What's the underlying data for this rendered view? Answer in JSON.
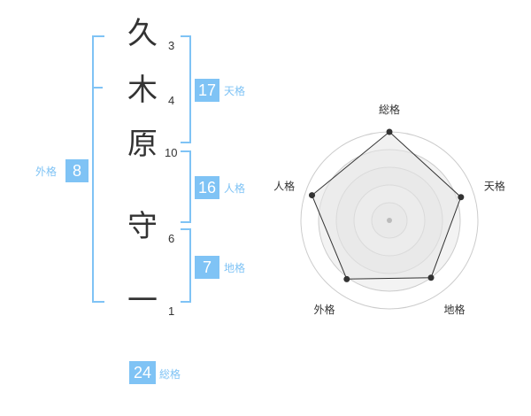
{
  "name": {
    "chars": [
      "久",
      "木",
      "原",
      "守",
      "一"
    ],
    "strokes": [
      "3",
      "4",
      "10",
      "6",
      "1"
    ]
  },
  "fortune": {
    "tenkaku": {
      "value": "17",
      "label": "天格"
    },
    "jinkaku": {
      "value": "16",
      "label": "人格"
    },
    "chikaku": {
      "value": "7",
      "label": "地格"
    },
    "gaikaku": {
      "value": "8",
      "label": "外格"
    },
    "soukaku": {
      "value": "24",
      "label": "総格"
    }
  },
  "colors": {
    "accent": "#7fc3f5",
    "text": "#333333",
    "radar_fill": "#eeeeee",
    "radar_line": "#333333",
    "ring": "#cccccc"
  },
  "radar": {
    "axes": [
      "総格",
      "天格",
      "地格",
      "外格",
      "人格"
    ],
    "scores": [
      1.0,
      0.85,
      0.8,
      0.82,
      0.92
    ]
  }
}
